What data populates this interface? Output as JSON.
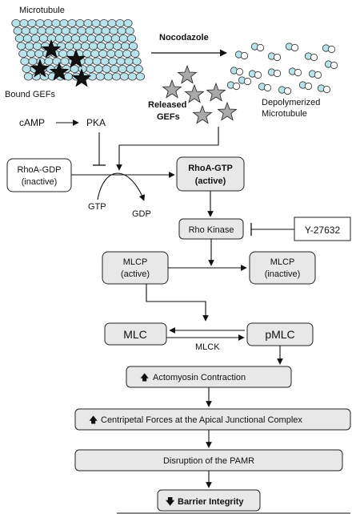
{
  "microtubule": {
    "label": "Microtubule",
    "bound_gefs_label": "Bound GEFs",
    "drug_label": "Nocodazole",
    "released_gefs_label_1": "Released",
    "released_gefs_label_2": "GEFs",
    "depolymerized_label_1": "Depolymerized",
    "depolymerized_label_2": "Microtubule"
  },
  "camp_pathway": {
    "camp": "cAMP",
    "pka": "PKA"
  },
  "nodes": {
    "rhoa_gdp_1": "RhoA-GDP",
    "rhoa_gdp_2": "(inactive)",
    "rhoa_gtp_1": "RhoA-GTP",
    "rhoa_gtp_2": "(active)",
    "gtp": "GTP",
    "gdp": "GDP",
    "rho_kinase": "Rho Kinase",
    "inhibitor": "Y-27632",
    "mlcp_active_1": "MLCP",
    "mlcp_active_2": "(active)",
    "mlcp_inactive_1": "MLCP",
    "mlcp_inactive_2": "(inactive)",
    "mlc": "MLC",
    "pmlc": "pMLC",
    "mlck": "MLCK",
    "actomyosin": "Actomyosin Contraction",
    "centripetal": "Centripetal Forces at the Apical Junctional Complex",
    "pamr": "Disruption of the PAMR",
    "barrier": "Barrier Integrity"
  },
  "colors": {
    "tubule_fill": "#b9e3ea",
    "box_fill": "#e8e8e8",
    "star_bound": "#111111",
    "star_released": "#a9a9a9",
    "stroke": "#222222"
  }
}
